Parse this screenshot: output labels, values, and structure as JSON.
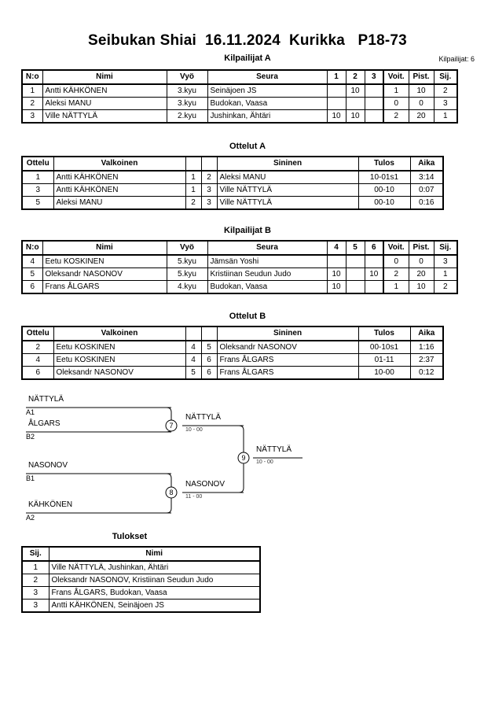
{
  "header": {
    "title": "Seibukan Shiai  16.11.2024  Kurikka   P18-73",
    "subtitle": "Kilpailijat A",
    "entrant_count_label": "Kilpailijat: 6"
  },
  "sections": {
    "pool_a_title": "Kilpailijat A",
    "matches_a_title": "Ottelut A",
    "pool_b_title": "Kilpailijat B",
    "matches_b_title": "Ottelut B",
    "results_title": "Tulokset"
  },
  "pool_a": {
    "headers": [
      "N:o",
      "Nimi",
      "Vyö",
      "Seura",
      "1",
      "2",
      "3",
      "Voit.",
      "Pist.",
      "Sij."
    ],
    "rows": [
      {
        "no": "1",
        "nimi": "Antti KÄHKÖNEN",
        "vyo": "3.kyu",
        "seura": "Seinäjoen JS",
        "m1": "",
        "m2": "10",
        "m3": "",
        "voit": "1",
        "pist": "10",
        "sij": "2"
      },
      {
        "no": "2",
        "nimi": "Aleksi MANU",
        "vyo": "3.kyu",
        "seura": "Budokan, Vaasa",
        "m1": "",
        "m2": "",
        "m3": "",
        "voit": "0",
        "pist": "0",
        "sij": "3"
      },
      {
        "no": "3",
        "nimi": "Ville NÄTTYLÄ",
        "vyo": "2.kyu",
        "seura": "Jushinkan, Ähtäri",
        "m1": "10",
        "m2": "10",
        "m3": "",
        "voit": "2",
        "pist": "20",
        "sij": "1"
      }
    ]
  },
  "matches_a": {
    "headers": [
      "Ottelu",
      "Valkoinen",
      "",
      "",
      "Sininen",
      "Tulos",
      "Aika"
    ],
    "rows": [
      {
        "ottelu": "1",
        "white": "Antti KÄHKÖNEN",
        "wn": "1",
        "bn": "2",
        "blue": "Aleksi MANU",
        "tulos": "10-01s1",
        "aika": "3:14"
      },
      {
        "ottelu": "3",
        "white": "Antti KÄHKÖNEN",
        "wn": "1",
        "bn": "3",
        "blue": "Ville NÄTTYLÄ",
        "tulos": "00-10",
        "aika": "0:07"
      },
      {
        "ottelu": "5",
        "white": "Aleksi MANU",
        "wn": "2",
        "bn": "3",
        "blue": "Ville NÄTTYLÄ",
        "tulos": "00-10",
        "aika": "0:16"
      }
    ]
  },
  "pool_b": {
    "headers": [
      "N:o",
      "Nimi",
      "Vyö",
      "Seura",
      "4",
      "5",
      "6",
      "Voit.",
      "Pist.",
      "Sij."
    ],
    "rows": [
      {
        "no": "4",
        "nimi": "Eetu KOSKINEN",
        "vyo": "5.kyu",
        "seura": "Jämsän Yoshi",
        "m1": "",
        "m2": "",
        "m3": "",
        "voit": "0",
        "pist": "0",
        "sij": "3"
      },
      {
        "no": "5",
        "nimi": "Oleksandr NASONOV",
        "vyo": "5.kyu",
        "seura": "Kristiinan Seudun Judo",
        "m1": "10",
        "m2": "",
        "m3": "10",
        "voit": "2",
        "pist": "20",
        "sij": "1"
      },
      {
        "no": "6",
        "nimi": "Frans ÅLGARS",
        "vyo": "4.kyu",
        "seura": "Budokan, Vaasa",
        "m1": "10",
        "m2": "",
        "m3": "",
        "voit": "1",
        "pist": "10",
        "sij": "2"
      }
    ]
  },
  "matches_b": {
    "headers": [
      "Ottelu",
      "Valkoinen",
      "",
      "",
      "Sininen",
      "Tulos",
      "Aika"
    ],
    "rows": [
      {
        "ottelu": "2",
        "white": "Eetu KOSKINEN",
        "wn": "4",
        "bn": "5",
        "blue": "Oleksandr NASONOV",
        "tulos": "00-10s1",
        "aika": "1:16"
      },
      {
        "ottelu": "4",
        "white": "Eetu KOSKINEN",
        "wn": "4",
        "bn": "6",
        "blue": "Frans ÅLGARS",
        "tulos": "01-11",
        "aika": "2:37"
      },
      {
        "ottelu": "6",
        "white": "Oleksandr NASONOV",
        "wn": "5",
        "bn": "6",
        "blue": "Frans ÅLGARS",
        "tulos": "10-00",
        "aika": "0:12"
      }
    ]
  },
  "bracket": {
    "entries": [
      {
        "name": "NÄTTYLÄ",
        "seed": "A1"
      },
      {
        "name": "ÅLGARS",
        "seed": "B2"
      },
      {
        "name": "NASONOV",
        "seed": "B1"
      },
      {
        "name": "KÄHKÖNEN",
        "seed": "A2"
      }
    ],
    "nodes": [
      {
        "number": "7",
        "winner": "NÄTTYLÄ",
        "score": "10 - 00"
      },
      {
        "number": "8",
        "winner": "NASONOV",
        "score": "11 - 00"
      },
      {
        "number": "9",
        "winner": "NÄTTYLÄ",
        "score": "10 - 00"
      }
    ]
  },
  "results": {
    "headers": [
      "Sij.",
      "Nimi"
    ],
    "rows": [
      {
        "sij": "1",
        "nimi": "Ville NÄTTYLÄ, Jushinkan, Ähtäri"
      },
      {
        "sij": "2",
        "nimi": "Oleksandr NASONOV, Kristiinan Seudun Judo"
      },
      {
        "sij": "3",
        "nimi": "Frans ÅLGARS, Budokan, Vaasa"
      },
      {
        "sij": "3",
        "nimi": "Antti KÄHKÖNEN, Seinäjoen JS"
      }
    ]
  }
}
